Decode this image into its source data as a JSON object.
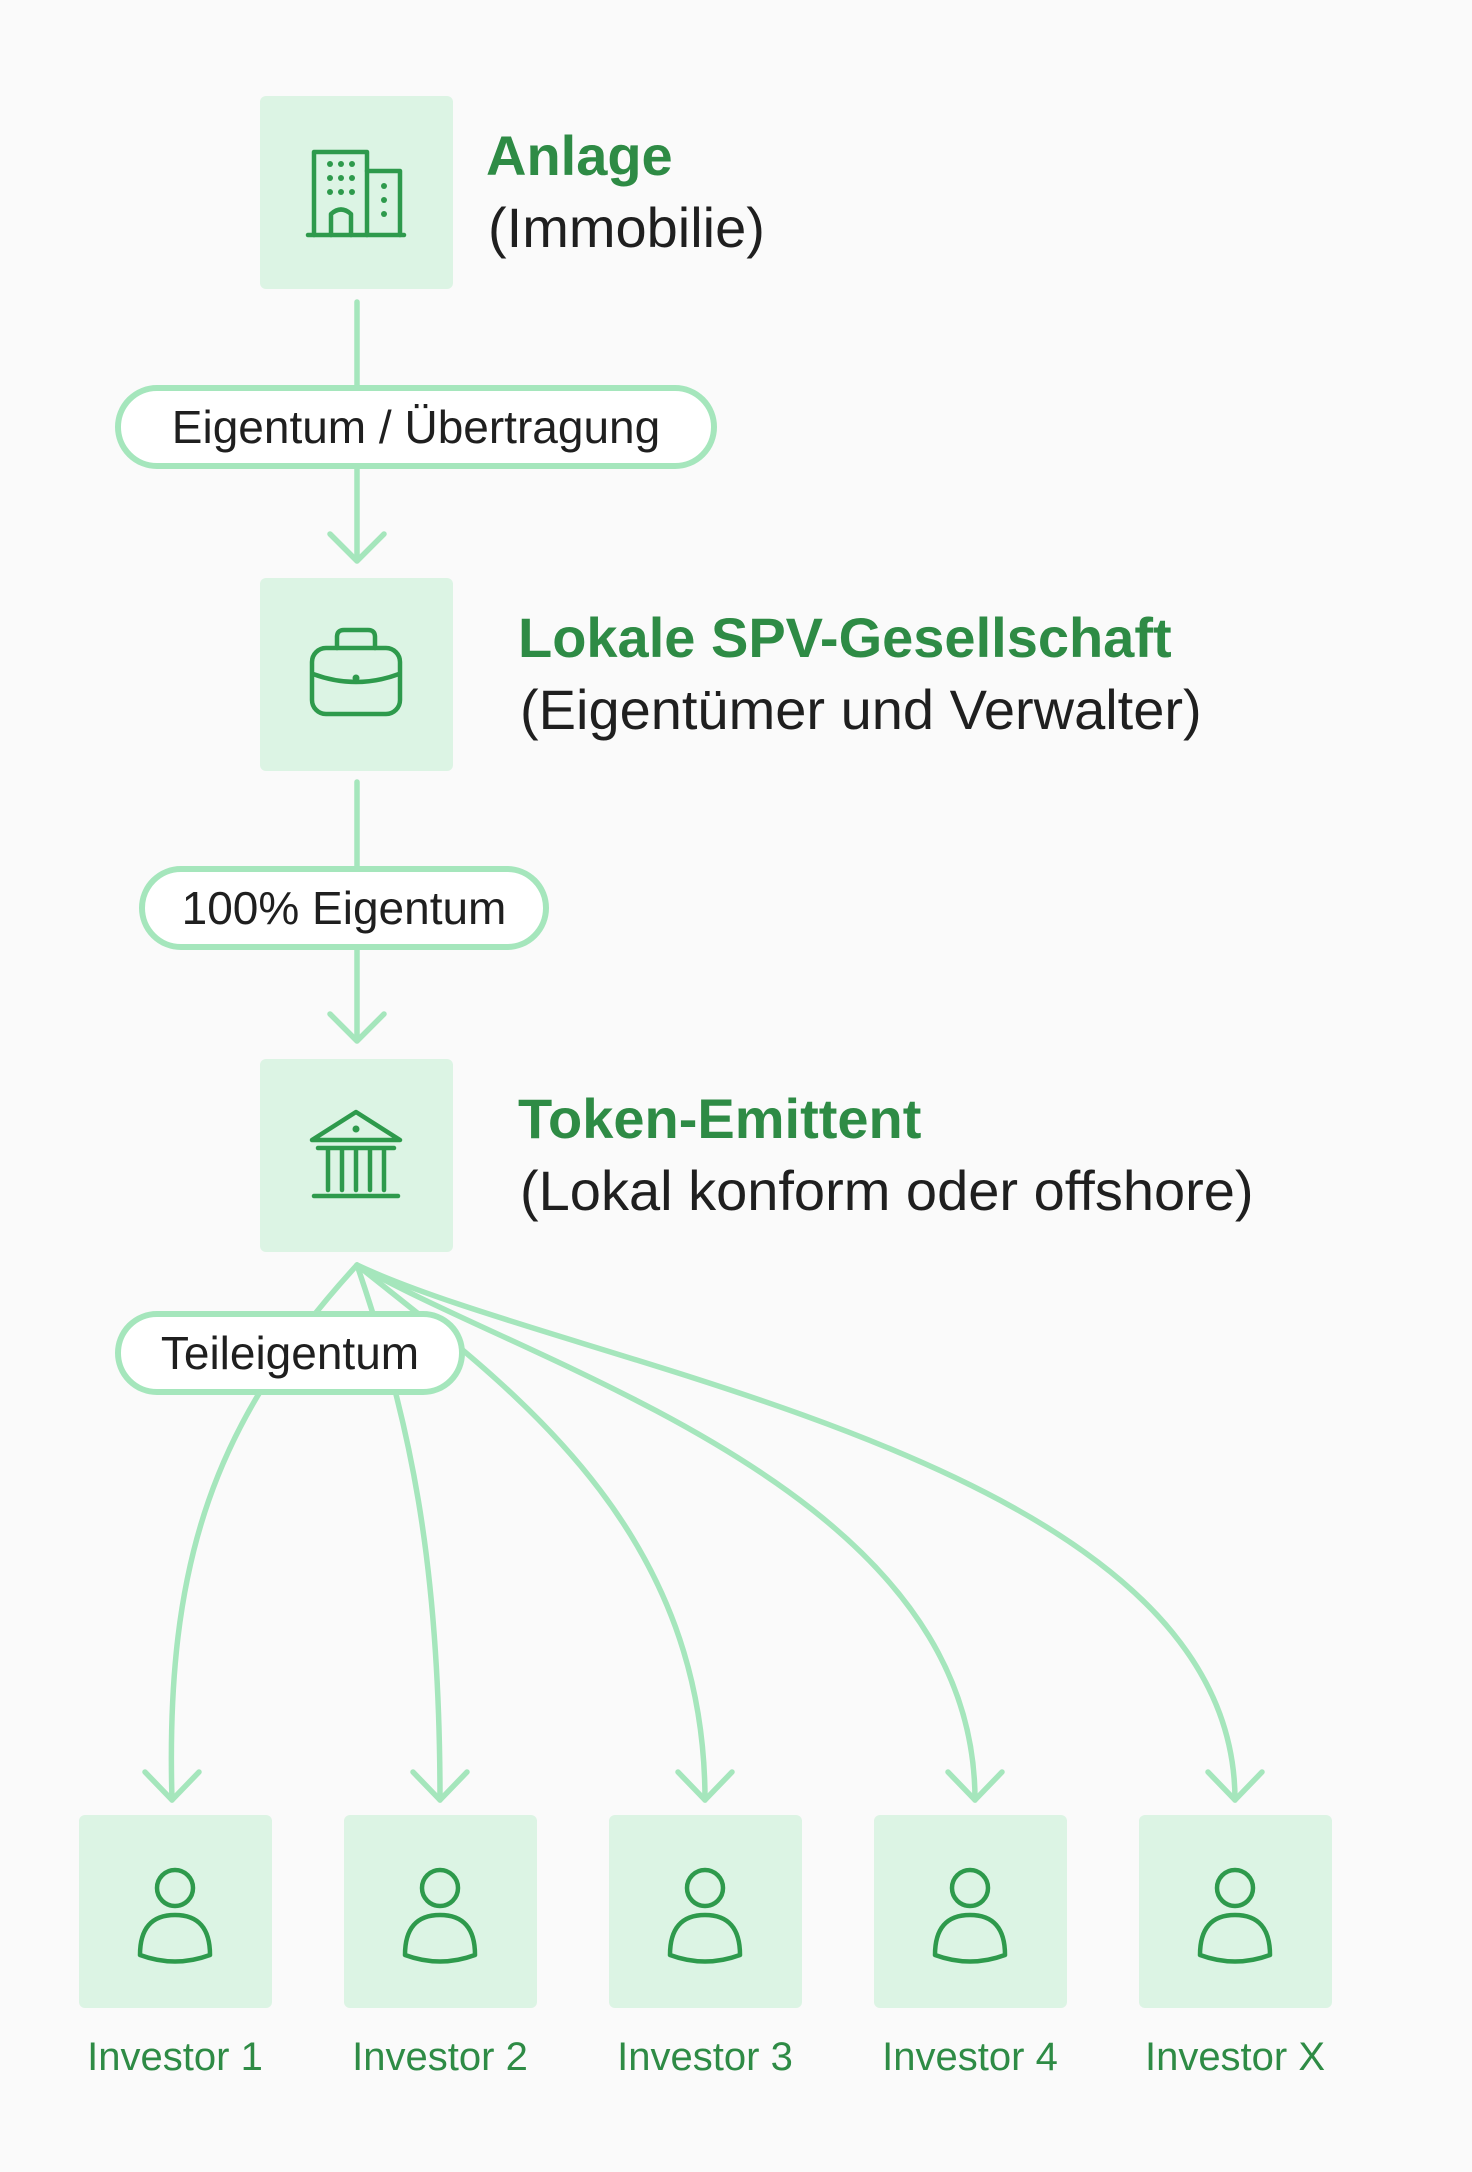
{
  "colors": {
    "box_fill": "#dcf4e4",
    "icon": "#2e9a4c",
    "connector": "#a5e6bc",
    "title": "#2e8b45",
    "text": "#1f1f1f",
    "background": "#fafafa"
  },
  "nodes": {
    "asset": {
      "title": "Anlage",
      "subtitle": "(Immobilie)",
      "icon": "building-icon"
    },
    "spv": {
      "title": "Lokale SPV-Gesellschaft",
      "subtitle": "(Eigentümer und Verwalter)",
      "icon": "briefcase-icon"
    },
    "issuer": {
      "title": "Token-Emittent",
      "subtitle": "(Lokal konform oder offshore)",
      "icon": "bank-icon"
    }
  },
  "edges": {
    "asset_to_spv": "Eigentum / Übertragung",
    "spv_to_issuer": "100% Eigentum",
    "issuer_to_investors": "Teileigentum"
  },
  "investors": [
    {
      "label": "Investor 1",
      "icon": "user-icon"
    },
    {
      "label": "Investor 2",
      "icon": "user-icon"
    },
    {
      "label": "Investor 3",
      "icon": "user-icon"
    },
    {
      "label": "Investor 4",
      "icon": "user-icon"
    },
    {
      "label": "Investor X",
      "icon": "user-icon"
    }
  ]
}
